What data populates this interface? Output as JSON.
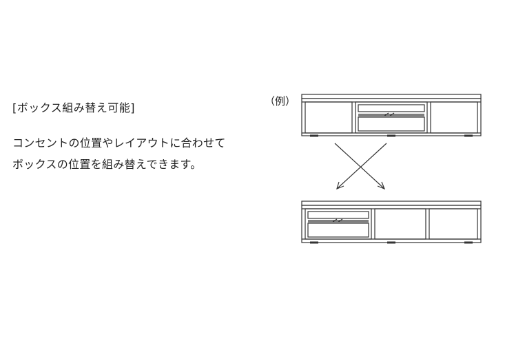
{
  "heading": "[ボックス組み替え可能]",
  "description": {
    "line1": "コンセントの位置やレイアウトに合わせて",
    "line2": "ボックスの位置を組み替えできます。"
  },
  "example_label": "（例）",
  "colors": {
    "line": "#333333",
    "background": "#ffffff"
  }
}
